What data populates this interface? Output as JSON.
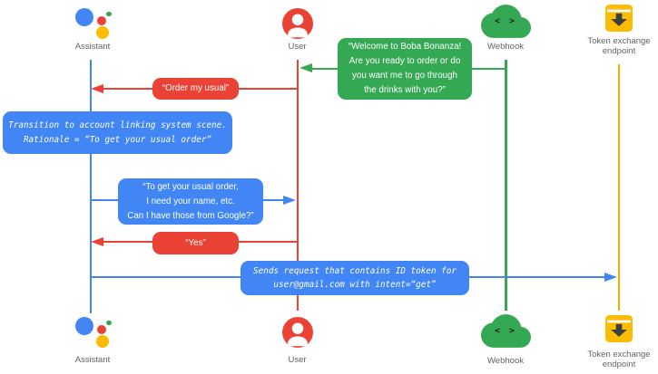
{
  "diagram": {
    "actors": {
      "assistant": {
        "label": "Assistant"
      },
      "user": {
        "label": "User"
      },
      "webhook": {
        "label": "Webhook"
      },
      "token_endpoint": {
        "label": "Token exchange endpoint"
      }
    },
    "icons": {
      "assistant": "google-assistant-logo",
      "user": "person-in-circle",
      "webhook": "cloud-with-code-brackets",
      "webhook_glyph": "< >",
      "token_endpoint": "inbox-download-box"
    },
    "messages": {
      "welcome": {
        "from": "webhook",
        "to": "user",
        "text": "“Welcome to Boba Bonanza!\nAre you ready to order or do\nyou want me to go through\nthe drinks with you?”"
      },
      "order_usual": {
        "from": "user",
        "to": "assistant",
        "text": "“Order my usual”"
      },
      "transition_note": {
        "on": "assistant",
        "text": "Transition to account linking system scene.\nRationale = “To get your usual order”"
      },
      "ask_account": {
        "from": "assistant",
        "to": "user",
        "text": "“To get your usual order,\nI need your name, etc.\nCan I have those from Google?”"
      },
      "yes": {
        "from": "user",
        "to": "assistant",
        "text": "“Yes”"
      },
      "send_token": {
        "from": "assistant",
        "to": "token_endpoint",
        "text": "Sends request that contains ID token for\nuser@gmail.com with intent=“get”"
      }
    },
    "colors": {
      "blue": "#4285f4",
      "red": "#ea4335",
      "green": "#34a853",
      "amber": "#fbbc04",
      "amber_line": "#f9ab00",
      "label_gray": "#5f6368"
    }
  }
}
